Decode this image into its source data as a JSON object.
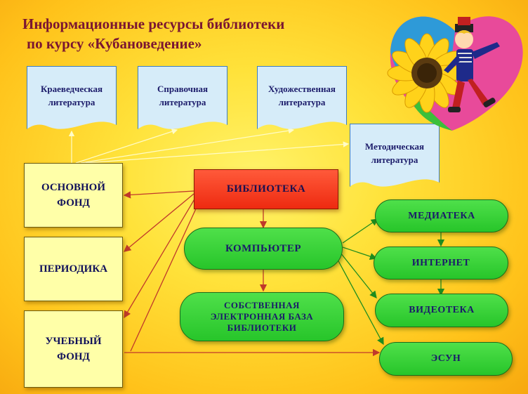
{
  "title": {
    "line1": "Информационные ресурсы библиотеки",
    "line2": "по курсу «Кубановедение»"
  },
  "documents": [
    {
      "id": "kraeved",
      "text": "Краеведческая литература"
    },
    {
      "id": "sprav",
      "text": "Справочная литература"
    },
    {
      "id": "hudozh",
      "text": "Художественная литература"
    },
    {
      "id": "metod",
      "text": "Методическая литература"
    }
  ],
  "funds": [
    {
      "id": "osnovnoy",
      "text": "ОСНОВНОЙ ФОНД"
    },
    {
      "id": "periodika",
      "text": "ПЕРИОДИКА"
    },
    {
      "id": "uchebny",
      "text": "УЧЕБНЫЙ ФОНД"
    }
  ],
  "library": {
    "text": "БИБЛИОТЕКА"
  },
  "computer": {
    "text": "КОМПЬЮТЕР"
  },
  "own_db": {
    "text": "СОБСТВЕННАЯ ЭЛЕКТРОННАЯ БАЗА БИБЛИОТЕКИ"
  },
  "media": [
    {
      "id": "mediateka",
      "text": "МЕДИАТЕКА"
    },
    {
      "id": "internet",
      "text": "ИНТЕРНЕТ"
    },
    {
      "id": "videoteka",
      "text": "ВИДЕОТЕКА"
    },
    {
      "id": "esun",
      "text": "ЭСУН"
    }
  ],
  "colors": {
    "title": "#7a1632",
    "library_box": "#ee2a10",
    "green_box": "#33cc33",
    "yellow_box": "#ffffa8",
    "doc_box": "#d6ecf9",
    "arrow_red": "#c0392b",
    "arrow_yellow": "#fffcc8",
    "arrow_green": "#1e8c1e"
  }
}
